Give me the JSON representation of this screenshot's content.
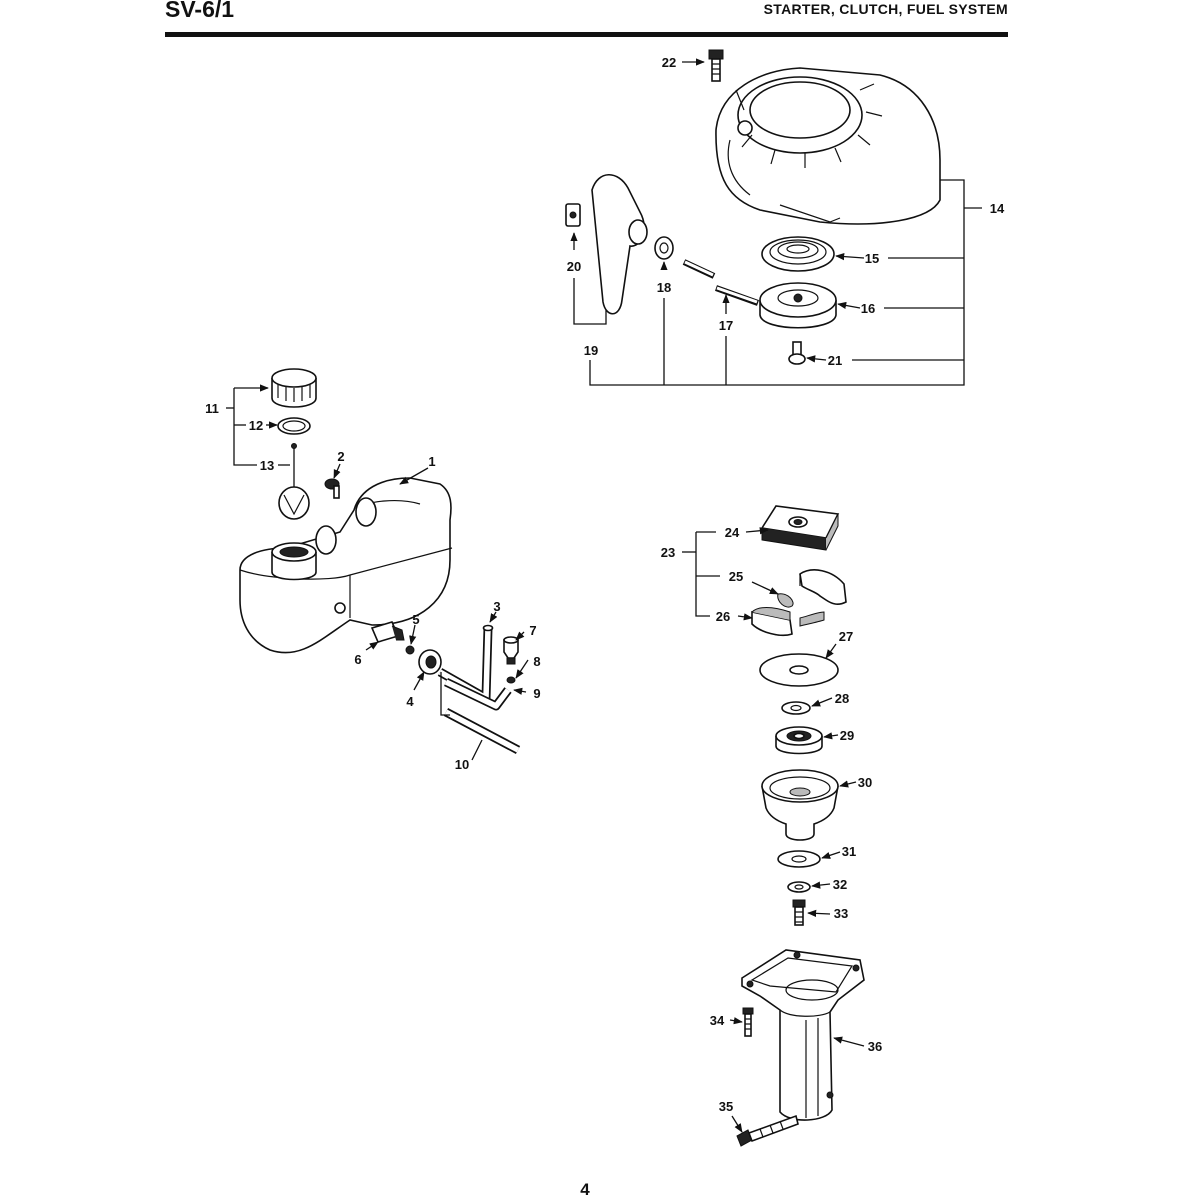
{
  "header": {
    "model": "SV-6/1",
    "section": "STARTER, CLUTCH, FUEL SYSTEM"
  },
  "page_number": "4",
  "callouts": [
    "1",
    "2",
    "3",
    "4",
    "5",
    "6",
    "7",
    "8",
    "9",
    "10",
    "11",
    "12",
    "13",
    "14",
    "15",
    "16",
    "17",
    "18",
    "19",
    "20",
    "21",
    "22",
    "23",
    "24",
    "25",
    "26",
    "27",
    "28",
    "29",
    "30",
    "31",
    "32",
    "33",
    "34",
    "35",
    "36"
  ]
}
